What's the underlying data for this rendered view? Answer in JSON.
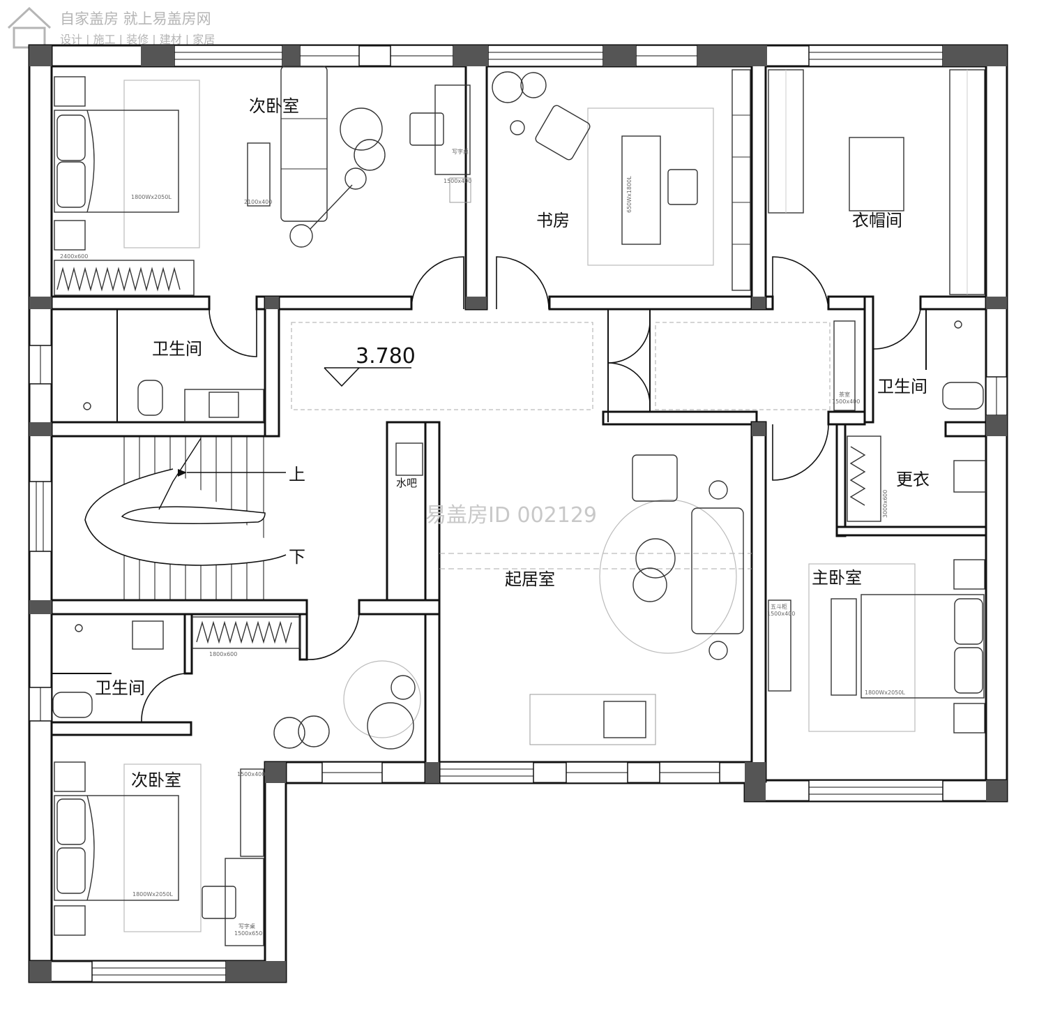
{
  "brand": {
    "line1": "自家盖房 就上易盖房网",
    "line2": "设计 | 施工 | 装修 | 建材 | 家居"
  },
  "watermark": "易盖房ID 002129",
  "elevation": "3.780",
  "rooms": {
    "bedroom_nw": "次卧室",
    "study": "书房",
    "cloakroom": "衣帽间",
    "bathroom_w": "卫生间",
    "bathroom_e": "卫生间",
    "dressing": "更衣",
    "living": "起居室",
    "master_bedroom": "主卧室",
    "bathroom_sw": "卫生间",
    "bedroom_sw": "次卧室",
    "water_bar": "水吧"
  },
  "stairs": {
    "up": "上",
    "down": "下"
  },
  "dims": {
    "bed_nw": "1800Wx2050L",
    "wardrobe_nw": "2400x600",
    "sofa_nw": "2100x400",
    "desk_nw": "写字桌",
    "desk_nw_size": "1500x400",
    "study_desk": "650Wx1800L",
    "cabinet_e": "茶室",
    "cabinet_e_size": "1500x400",
    "dressing_unit": "3000x600",
    "dresser": "五斗柜",
    "dresser_size": "1500x400",
    "bed_master": "1800Wx2050L",
    "wardrobe_sw": "1800x600",
    "desk_sw_size_top": "1500x400",
    "bed_sw": "1800Wx2050L",
    "desk_sw": "写字桌",
    "desk_sw_size": "1500x650"
  }
}
